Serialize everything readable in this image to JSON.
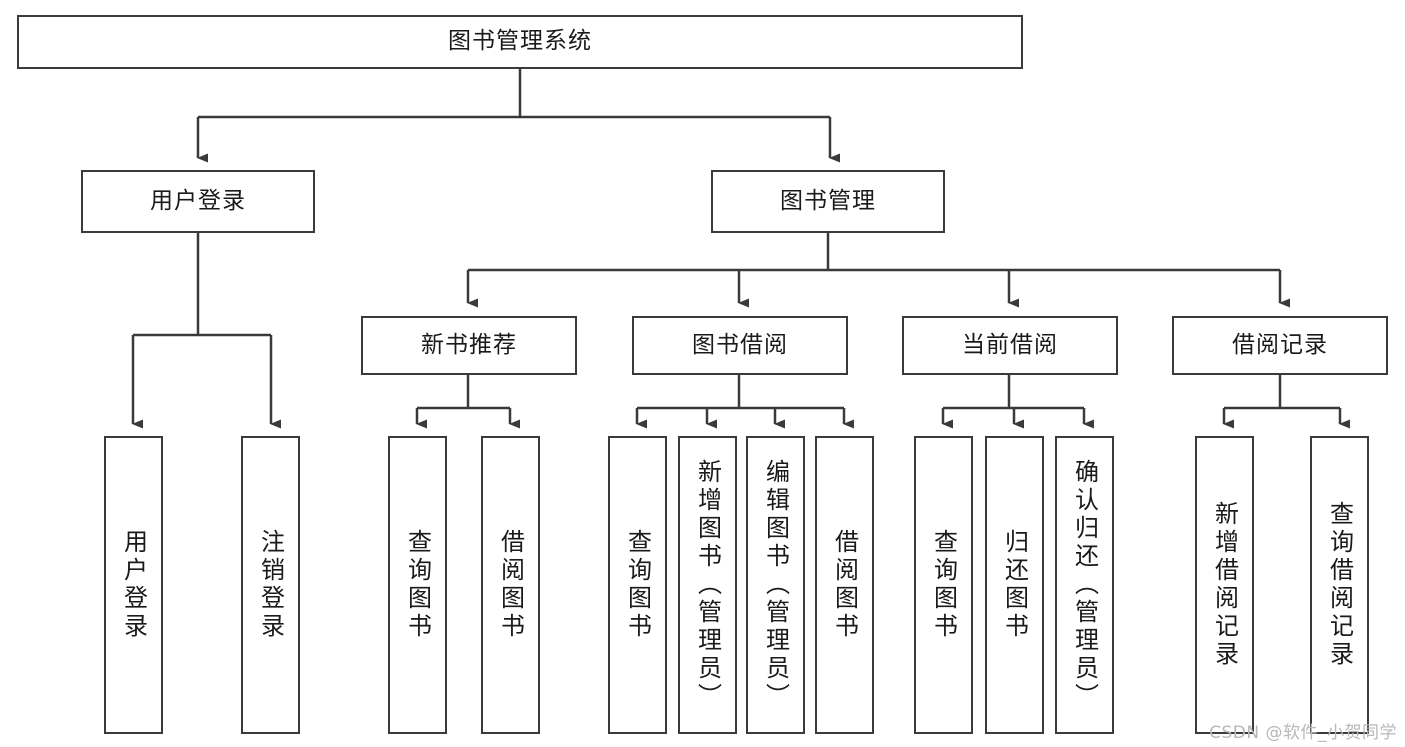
{
  "diagram": {
    "title": "图书管理系统",
    "type": "tree-hierarchy-chart",
    "colors": {
      "stroke": "#3a3a3a",
      "fill": "#ffffff",
      "text": "#1a1a1a",
      "watermark": "#b8b8b8"
    },
    "root": {
      "label": "图书管理系统"
    },
    "level2": [
      {
        "label": "用户登录"
      },
      {
        "label": "图书管理"
      }
    ],
    "level3": [
      {
        "label": "新书推荐"
      },
      {
        "label": "图书借阅"
      },
      {
        "label": "当前借阅"
      },
      {
        "label": "借阅记录"
      }
    ],
    "leaves": {
      "user_login": [
        {
          "label": "用户登录"
        },
        {
          "label": "注销登录"
        }
      ],
      "new_book": [
        {
          "label": "查询图书"
        },
        {
          "label": "借阅图书"
        }
      ],
      "book_borrow": [
        {
          "label": "查询图书"
        },
        {
          "label": "新增图书（管理员）"
        },
        {
          "label": "编辑图书（管理员）"
        },
        {
          "label": "借阅图书"
        }
      ],
      "current_borrow": [
        {
          "label": "查询图书"
        },
        {
          "label": "归还图书"
        },
        {
          "label": "确认归还（管理员）"
        }
      ],
      "borrow_record": [
        {
          "label": "新增借阅记录"
        },
        {
          "label": "查询借阅记录"
        }
      ]
    }
  },
  "watermark": {
    "text": "CSDN @软件_小贺同学"
  }
}
